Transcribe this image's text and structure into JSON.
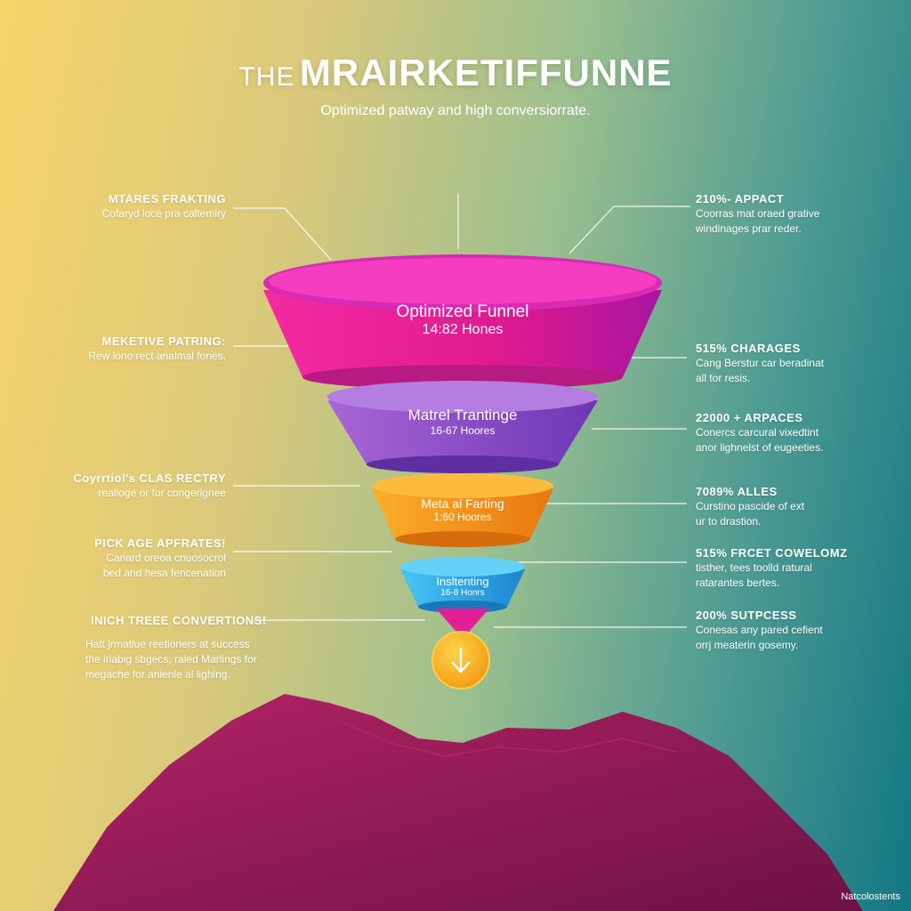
{
  "header": {
    "title_prefix": "THE",
    "title_main": "MRAIRKETIFFUNNE",
    "subtitle": "Optimized patway and high conversiorrate."
  },
  "funnel": [
    {
      "name": "Optimized Funnel",
      "value": "14:82 Hones",
      "color": "#e91e9c"
    },
    {
      "name": "Matrel Trantinge",
      "value": "16-67 Hoores",
      "color": "#9a4fc9"
    },
    {
      "name": "Meta al Farting",
      "value": "1:60 Hoores",
      "color": "#f39318"
    },
    {
      "name": "Insltenting",
      "value": "16-8 Honrs",
      "color": "#25a9e6"
    }
  ],
  "left_notes": [
    {
      "heading": "MTARES FRAKTING",
      "desc": [
        "Cofaryd loce pra caltemiry"
      ]
    },
    {
      "heading": "MEKETIVE PATRING:",
      "desc": [
        "Rew lono rect analmal fones."
      ]
    },
    {
      "heading": "Coyrrtiol's CLAS RECTRY",
      "desc": [
        "realioge or for congerignee"
      ]
    },
    {
      "heading": "PICK AGE APFRATES!",
      "desc": [
        "Canard oreoa cnuosocrol",
        "bed and hesa fencenation"
      ]
    },
    {
      "heading": "INICH TREEE CONVERTIONS!",
      "desc": [
        "Hatt jrmatlue reetioners at success",
        "the iriabig sbgecs, raled Marlings for",
        "megache for anienle al lighing."
      ]
    }
  ],
  "right_notes": [
    {
      "heading": "210%- APPACT",
      "desc": [
        "Coorras mat oraed grative",
        "windinages prar reder."
      ]
    },
    {
      "heading": "515% CHARAGES",
      "desc": [
        "Cang Berstur car beradinat",
        "all tor resis."
      ]
    },
    {
      "heading": "22000 + ARPACES",
      "desc": [
        "Conercs carcural vixedtint",
        "anor lighnelst of eugeeties."
      ]
    },
    {
      "heading": "7089% ALLES",
      "desc": [
        "Curstino pascide of ext",
        "ur to drastion."
      ]
    },
    {
      "heading": "515% FRCET COWELOMZ",
      "desc": [
        "tisther, tees toolld ratural",
        "ratarantes bertes."
      ]
    },
    {
      "heading": "200% SUTPCESS",
      "desc": [
        "Conesas any pared cefient",
        "orrj meaterin gosemy."
      ]
    }
  ],
  "icons": {
    "bottom": "arrow-down-icon"
  },
  "colors": {
    "mountain": "#8e1c55",
    "coin": "#f7b21c"
  },
  "footer": "Natcolostents"
}
